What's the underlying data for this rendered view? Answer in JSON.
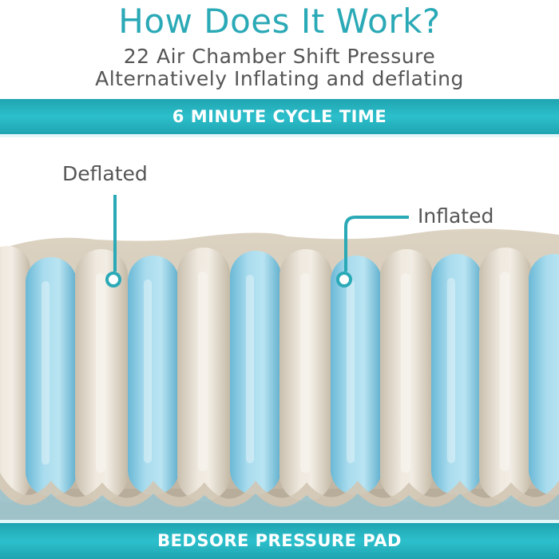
{
  "header": {
    "title": "How Does It Work?",
    "subtitle_line1": "22 Air Chamber Shift Pressure",
    "subtitle_line2": "Alternatively Inflating and deflating"
  },
  "top_band": {
    "text": "6 MINUTE CYCLE TIME"
  },
  "callouts": {
    "deflated": "Deflated",
    "inflated": "Inflated"
  },
  "bottom_band": {
    "text": "BEDSORE PRESSURE PAD"
  },
  "colors": {
    "accent": "#2aa9b6",
    "text_gray": "#555555",
    "chamber_blue": "#9fd6ea",
    "chamber_beige": "#e9e2d6"
  }
}
